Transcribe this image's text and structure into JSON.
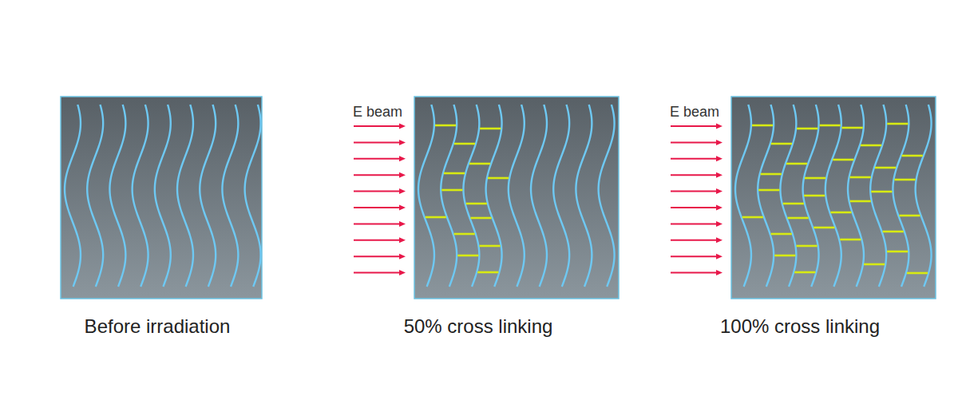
{
  "diagram": {
    "labels": [
      "E beam",
      "E beam",
      "Before irradiation",
      "50% cross linking",
      "100% cross linking"
    ]
  }
}
